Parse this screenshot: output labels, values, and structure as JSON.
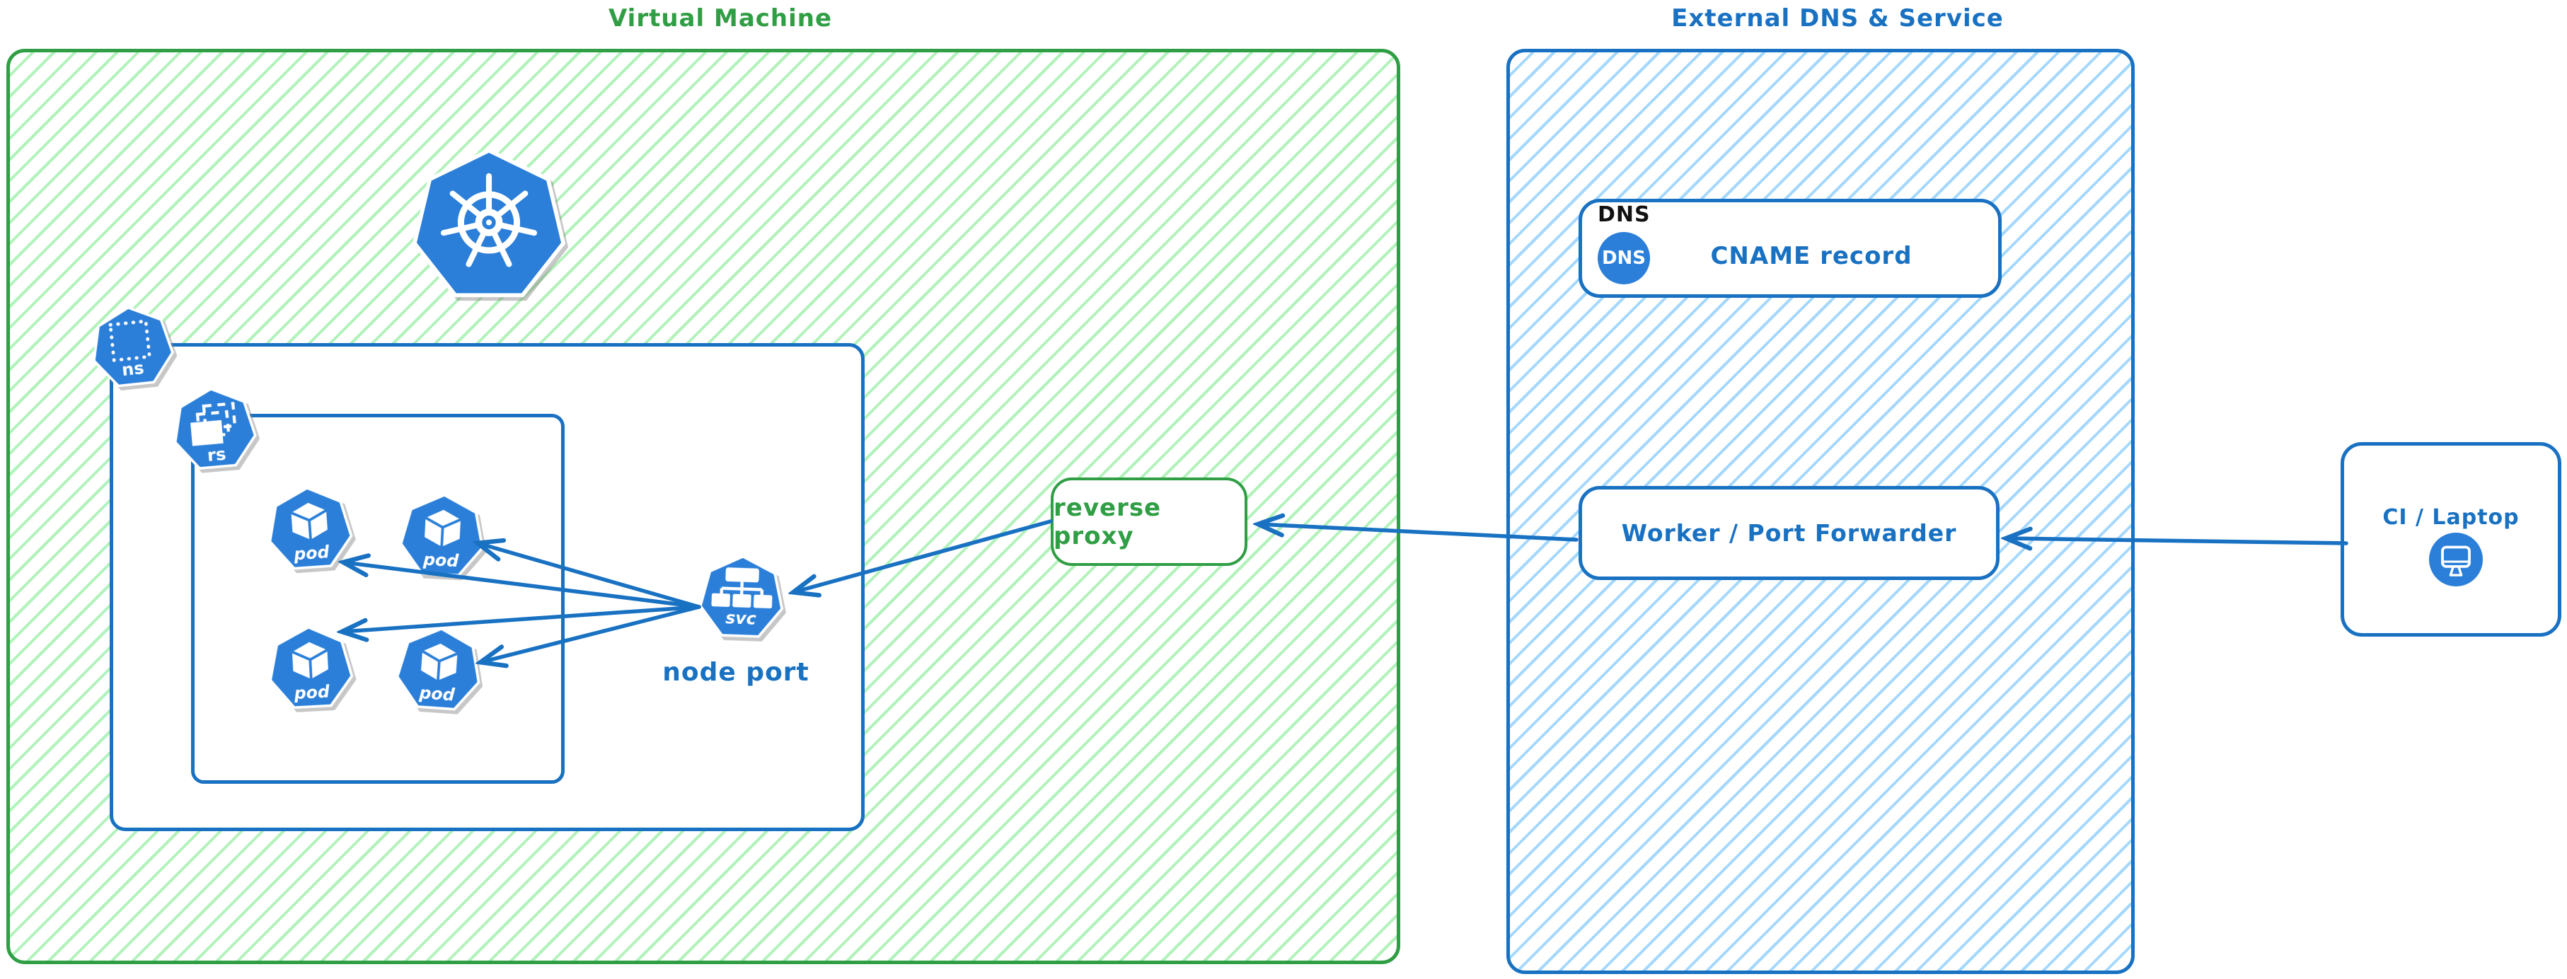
{
  "colors": {
    "green_border": "#2f9e44",
    "green_hatch": "#b2f2bb",
    "blue_border": "#1971c2",
    "blue_hatch": "#a5d8ff",
    "icon_blue": "#2b7fd9",
    "arrow_blue": "#1971c2",
    "dns_tag_black": "#111111"
  },
  "vm_group": {
    "title": "Virtual Machine",
    "kubernetes_logo_icon": "kubernetes-wheel-icon",
    "namespace": {
      "badge": "ns",
      "icon": "namespace-heptagon-icon"
    },
    "replicaset": {
      "badge": "rs",
      "icon": "replicaset-heptagon-icon"
    },
    "pods": [
      {
        "label": "pod"
      },
      {
        "label": "pod"
      },
      {
        "label": "pod"
      },
      {
        "label": "pod"
      }
    ],
    "service": {
      "badge": "svc",
      "caption": "node port",
      "icon": "service-heptagon-icon"
    }
  },
  "reverse_proxy": {
    "label": "reverse proxy"
  },
  "external_group": {
    "title": "External DNS & Service",
    "dns_record": {
      "tag": "DNS",
      "icon_text": "DNS",
      "label": "CNAME record",
      "icon": "dns-circle-icon"
    },
    "worker": {
      "label": "Worker / Port Forwarder"
    }
  },
  "client": {
    "label": "CI / Laptop",
    "icon": "monitor-icon"
  }
}
